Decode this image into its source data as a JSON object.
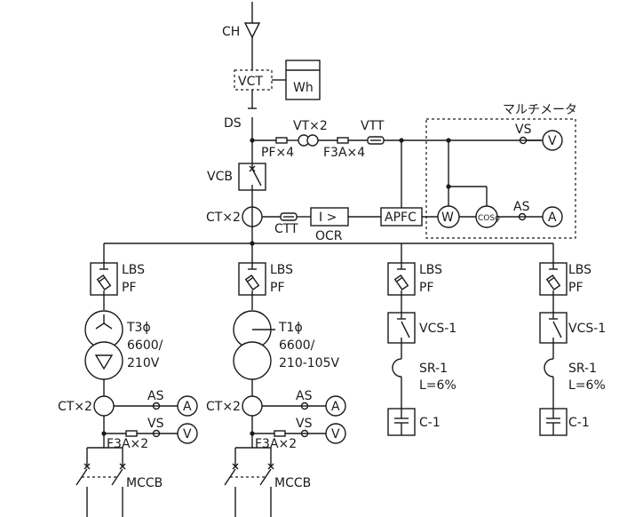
{
  "labels": {
    "ch": "CH",
    "vct": "VCT",
    "wh": "Wh",
    "ds": "DS",
    "vt": "VT×2",
    "pf4": "PF×4",
    "f3a4": "F3A×4",
    "vtt": "VTT",
    "multimeter": "マルチメータ",
    "vs": "VS",
    "v": "V",
    "vcb": "VCB",
    "ct2": "CT×2",
    "ctt": "CTT",
    "relay": "I >",
    "ocr": "OCR",
    "apfc": "APFC",
    "w": "W",
    "cos": "COSϕ",
    "as": "AS",
    "a": "A",
    "lbs": "LBS",
    "pf": "PF",
    "t3": "T3ϕ",
    "t3_v1": "6600/",
    "t3_v2": "210V",
    "t1": "T1ϕ",
    "t1_v1": "6600/",
    "t1_v2": "210-105V",
    "vcs1": "VCS-1",
    "sr1": "SR-1",
    "l6": "L=6%",
    "c1": "C-1",
    "f3a2": "F3A×2",
    "mccb": "MCCB"
  }
}
